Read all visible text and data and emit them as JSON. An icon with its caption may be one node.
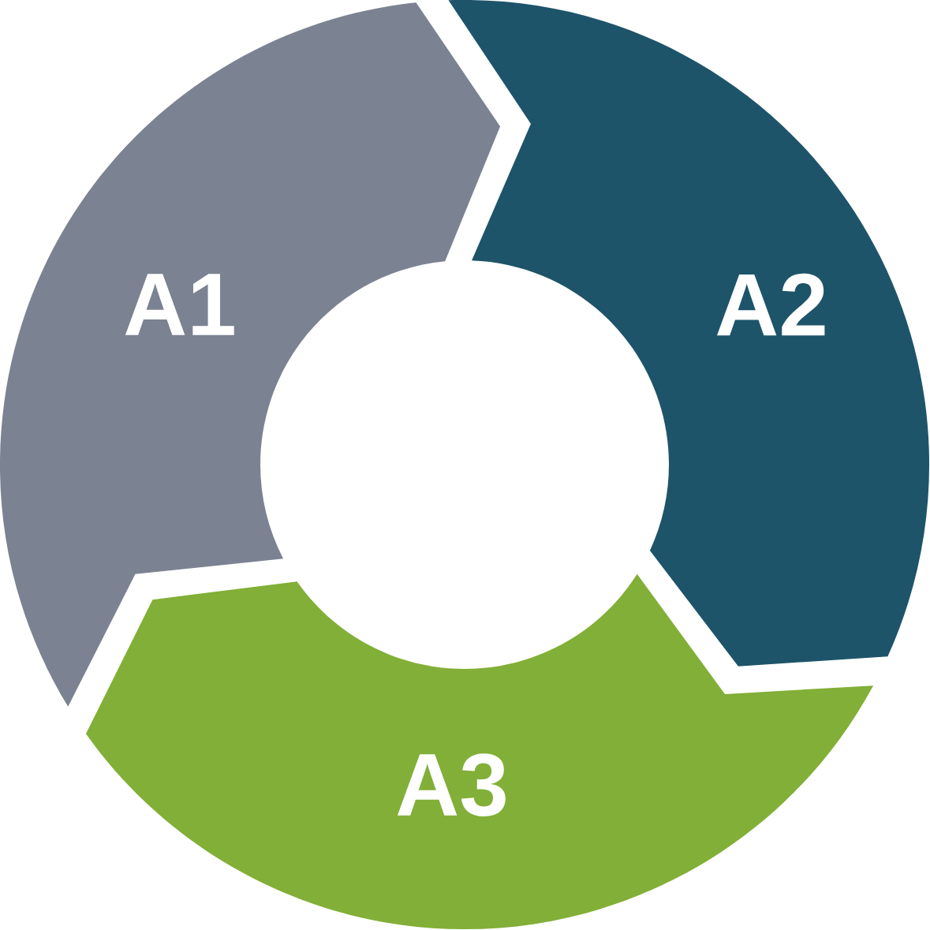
{
  "diagram": {
    "nodes": [
      {
        "text": [
          "A1"
        ]
      },
      {
        "text": [
          "A2"
        ]
      },
      {
        "text": [
          "A3"
        ]
      }
    ]
  }
}
